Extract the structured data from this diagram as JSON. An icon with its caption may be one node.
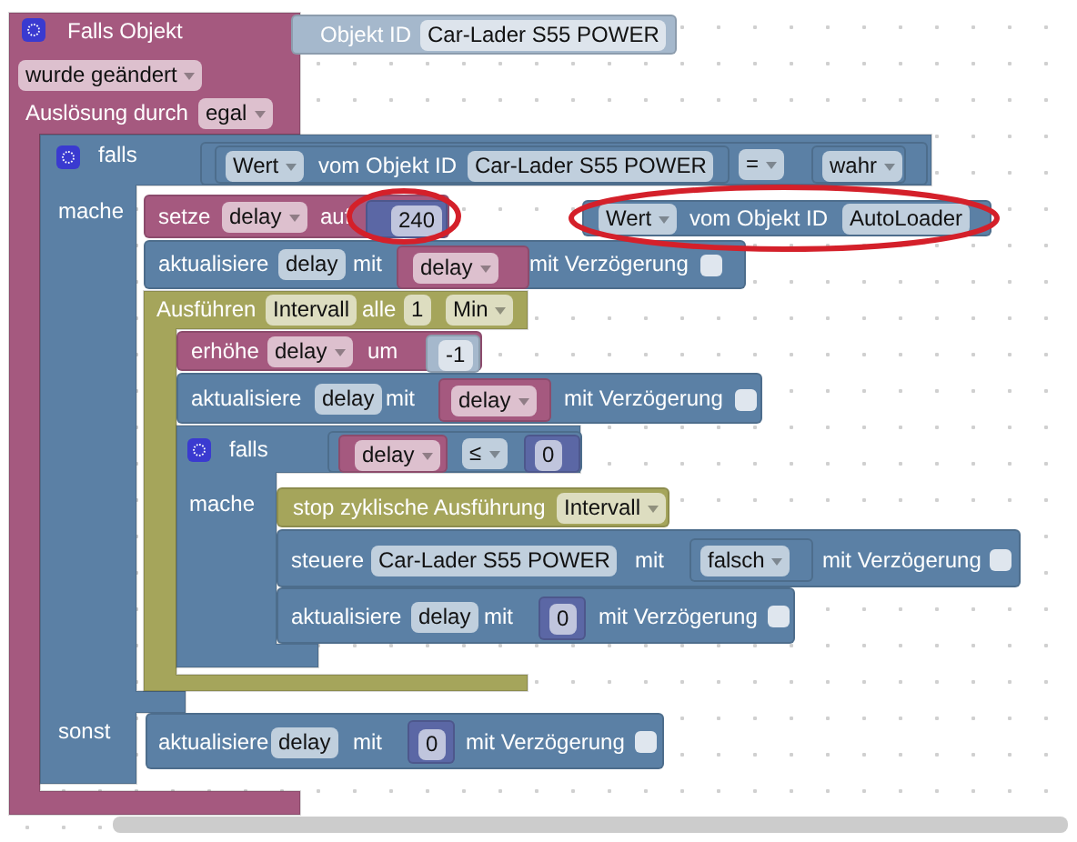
{
  "diagram": {
    "nodes": [
      {
        "text": [
          "Falls Objekt",
          "wurde geändert",
          "Auslösung durch",
          "egal"
        ]
      },
      {
        "text": [
          "Objekt ID",
          "Car-Lader S55 POWER"
        ]
      },
      {
        "text": [
          "falls",
          "mache",
          "sonst"
        ]
      },
      {
        "text": [
          "="
        ],
        "in": 2
      },
      {
        "text": [
          "Wert",
          "vom Objekt ID",
          "Car-Lader S55 POWER"
        ],
        "in": 3
      },
      {
        "text": [
          "wahr"
        ],
        "in": 3
      },
      {
        "text": [
          "setze",
          "delay",
          "auf"
        ],
        "in": 2
      },
      {
        "text": [
          "240"
        ],
        "in": 6
      },
      {
        "text": [
          "Wert",
          "vom Objekt ID",
          "AutoLoader"
        ]
      },
      {
        "text": [
          "aktualisiere",
          "delay",
          "mit",
          "mit Verzögerung"
        ],
        "in": 2
      },
      {
        "text": [
          "delay"
        ],
        "in": 9
      },
      {
        "text": [
          "Ausführen",
          "Intervall",
          "alle",
          "1",
          "Min"
        ],
        "in": 2
      },
      {
        "text": [
          "erhöhe",
          "delay",
          "um"
        ],
        "in": 11
      },
      {
        "text": [
          "-1"
        ],
        "in": 12
      },
      {
        "text": [
          "aktualisiere",
          "delay",
          "mit",
          "mit Verzögerung"
        ]
      },
      {
        "text": [
          "delay"
        ],
        "in": 14
      },
      {
        "text": [
          "falls",
          "mache"
        ],
        "in": 11
      },
      {
        "text": [
          "≤"
        ],
        "in": 16
      },
      {
        "text": [
          "delay"
        ],
        "in": 17
      },
      {
        "text": [
          "0"
        ],
        "in": 17
      },
      {
        "text": [
          "stop zyklische Ausführung",
          "Intervall"
        ]
      },
      {
        "text": [
          "steuere",
          "Car-Lader S55 POWER",
          "mit",
          "mit Verzögerung"
        ]
      },
      {
        "text": [
          "falsch"
        ],
        "in": 21
      },
      {
        "text": [
          "aktualisiere",
          "delay",
          "mit",
          "mit Verzögerung"
        ]
      },
      {
        "text": [
          "0"
        ],
        "in": 23
      },
      {
        "text": [
          "aktualisiere",
          "delay",
          "mit",
          "mit Verzögerung"
        ],
        "in": 2
      },
      {
        "text": [
          "0"
        ],
        "in": 25
      }
    ]
  }
}
